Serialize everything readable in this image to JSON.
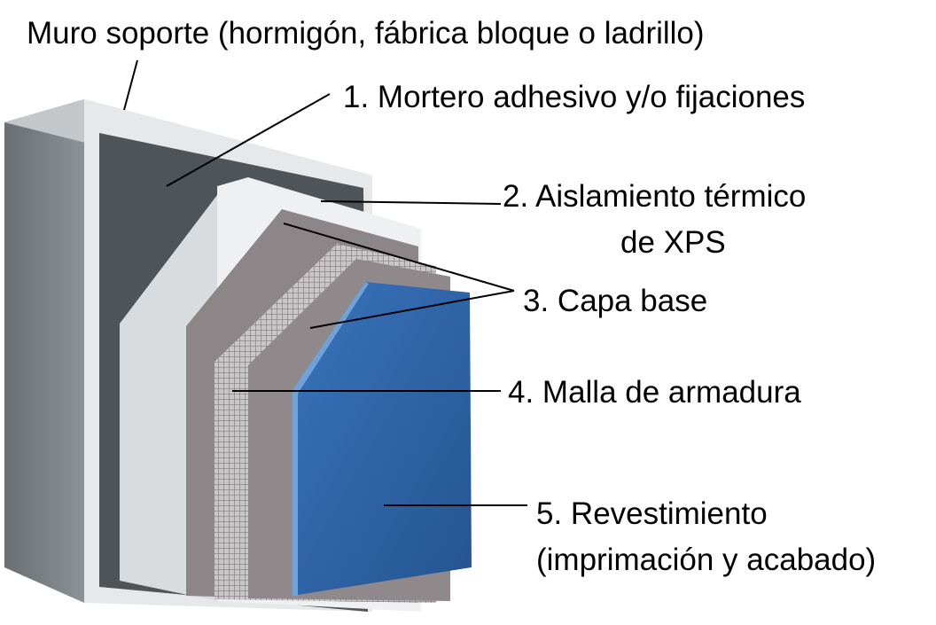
{
  "title": "Muro soporte (hormigón, fábrica bloque o ladrillo)",
  "layers": [
    {
      "id": "adhesive",
      "lines": [
        "1. Mortero adhesivo  y/o fijaciones"
      ]
    },
    {
      "id": "insulation",
      "lines": [
        "2. Aislamiento térmico",
        "de XPS"
      ]
    },
    {
      "id": "base-coat",
      "lines": [
        "3. Capa base"
      ]
    },
    {
      "id": "mesh",
      "lines": [
        "4. Malla de armadura"
      ]
    },
    {
      "id": "finish",
      "lines": [
        "5. Revestimiento",
        "(imprimación y acabado)"
      ]
    }
  ],
  "colors": {
    "wall": "#6f7478",
    "wall_light": "#8a8f93",
    "adhesive": "#4f5459",
    "insulation": "#eef0f2",
    "base_coat": "#8c8689",
    "mesh": "#b9b6b8",
    "finish": "#2e63a6",
    "leader": "#000000"
  }
}
